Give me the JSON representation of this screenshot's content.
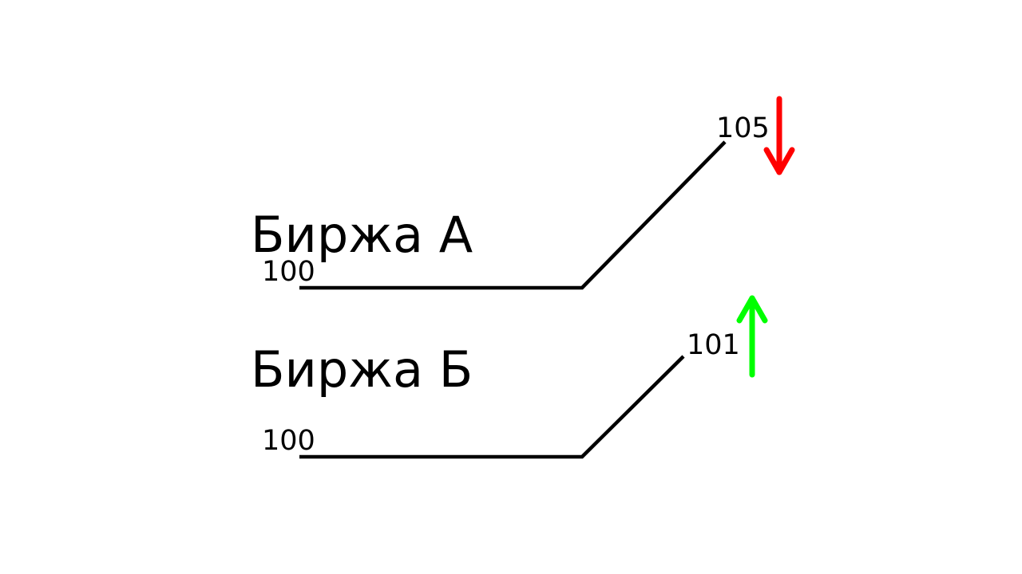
{
  "exchanges": [
    {
      "label": "Биржа А",
      "start_price": "100",
      "end_price": "105",
      "trend": "down",
      "arrow_icon": "down-arrow-icon",
      "arrow_color": "#ff0000"
    },
    {
      "label": "Биржа Б",
      "start_price": "100",
      "end_price": "101",
      "trend": "up",
      "arrow_icon": "up-arrow-icon",
      "arrow_color": "#00ff00"
    }
  ]
}
